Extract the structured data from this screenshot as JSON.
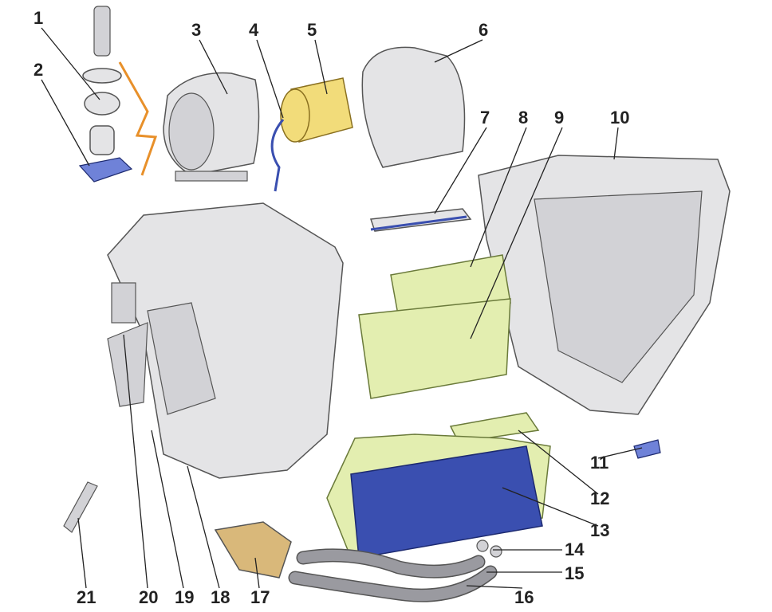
{
  "diagram": {
    "type": "exploded-view",
    "labels": [
      "1",
      "2",
      "3",
      "4",
      "5",
      "6",
      "7",
      "8",
      "9",
      "10",
      "11",
      "12",
      "13",
      "14",
      "15",
      "16",
      "17",
      "18",
      "19",
      "20",
      "21"
    ]
  },
  "colors": {
    "housing": "#e4e4e6",
    "heater_core_green": "#e3eeb0",
    "radiator_blue": "#3a4fb0",
    "fan_wheel_yellow": "#f2dc7a",
    "accent_orange": "#e8902a"
  }
}
